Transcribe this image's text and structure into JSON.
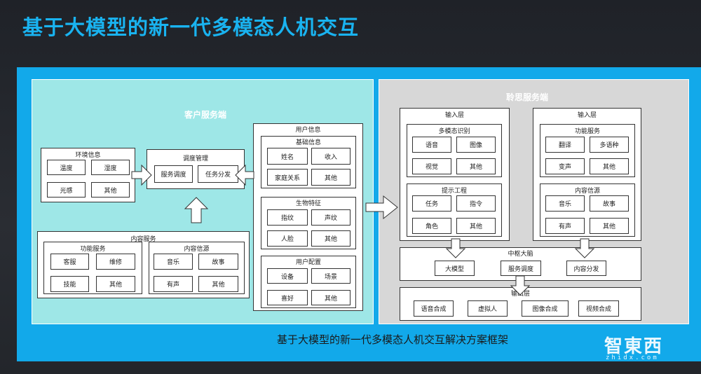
{
  "title": "基于大模型的新一代多模态人机交互",
  "caption": "基于大模型的新一代多模态人机交互解决方案框架",
  "logo": {
    "text": "智東西",
    "sub": "zhidx.com"
  },
  "client": {
    "title": "客户服务端",
    "env": {
      "title": "环境信息",
      "items": [
        "温度",
        "湿度",
        "光感",
        "其他"
      ]
    },
    "dispatch": {
      "title": "调度管理",
      "items": [
        "服务调度",
        "任务分发"
      ]
    },
    "user": {
      "title": "用户信息",
      "basic": {
        "title": "基础信息",
        "items": [
          "姓名",
          "收入",
          "家庭关系",
          "其他"
        ]
      },
      "bio": {
        "title": "生物特征",
        "items": [
          "指纹",
          "声纹",
          "人脸",
          "其他"
        ]
      },
      "config": {
        "title": "用户配置",
        "items": [
          "设备",
          "场景",
          "喜好",
          "其他"
        ]
      }
    },
    "content": {
      "title": "内容服务",
      "func": {
        "title": "功能服务",
        "items": [
          "客服",
          "维修",
          "技能",
          "其他"
        ]
      },
      "source": {
        "title": "内容信源",
        "items": [
          "音乐",
          "故事",
          "有声",
          "其他"
        ]
      }
    }
  },
  "server": {
    "title": "聆思服务端",
    "input_left": {
      "title": "输入层",
      "recog": {
        "title": "多模态识别",
        "items": [
          "语音",
          "图像",
          "视觉",
          "其他"
        ]
      },
      "prompt": {
        "title": "提示工程",
        "items": [
          "任务",
          "指令",
          "角色",
          "其他"
        ]
      }
    },
    "input_right": {
      "title": "输入层",
      "func": {
        "title": "功能服务",
        "items": [
          "翻译",
          "多语种",
          "变声",
          "其他"
        ]
      },
      "source": {
        "title": "内容信源",
        "items": [
          "音乐",
          "故事",
          "有声",
          "其他"
        ]
      }
    },
    "brain": {
      "title": "中枢大脑",
      "items": [
        "大模型",
        "服务调度",
        "内容分发"
      ]
    },
    "output": {
      "title": "输出层",
      "items": [
        "语音合成",
        "虚拟人",
        "图像合成",
        "视频合成"
      ]
    }
  }
}
